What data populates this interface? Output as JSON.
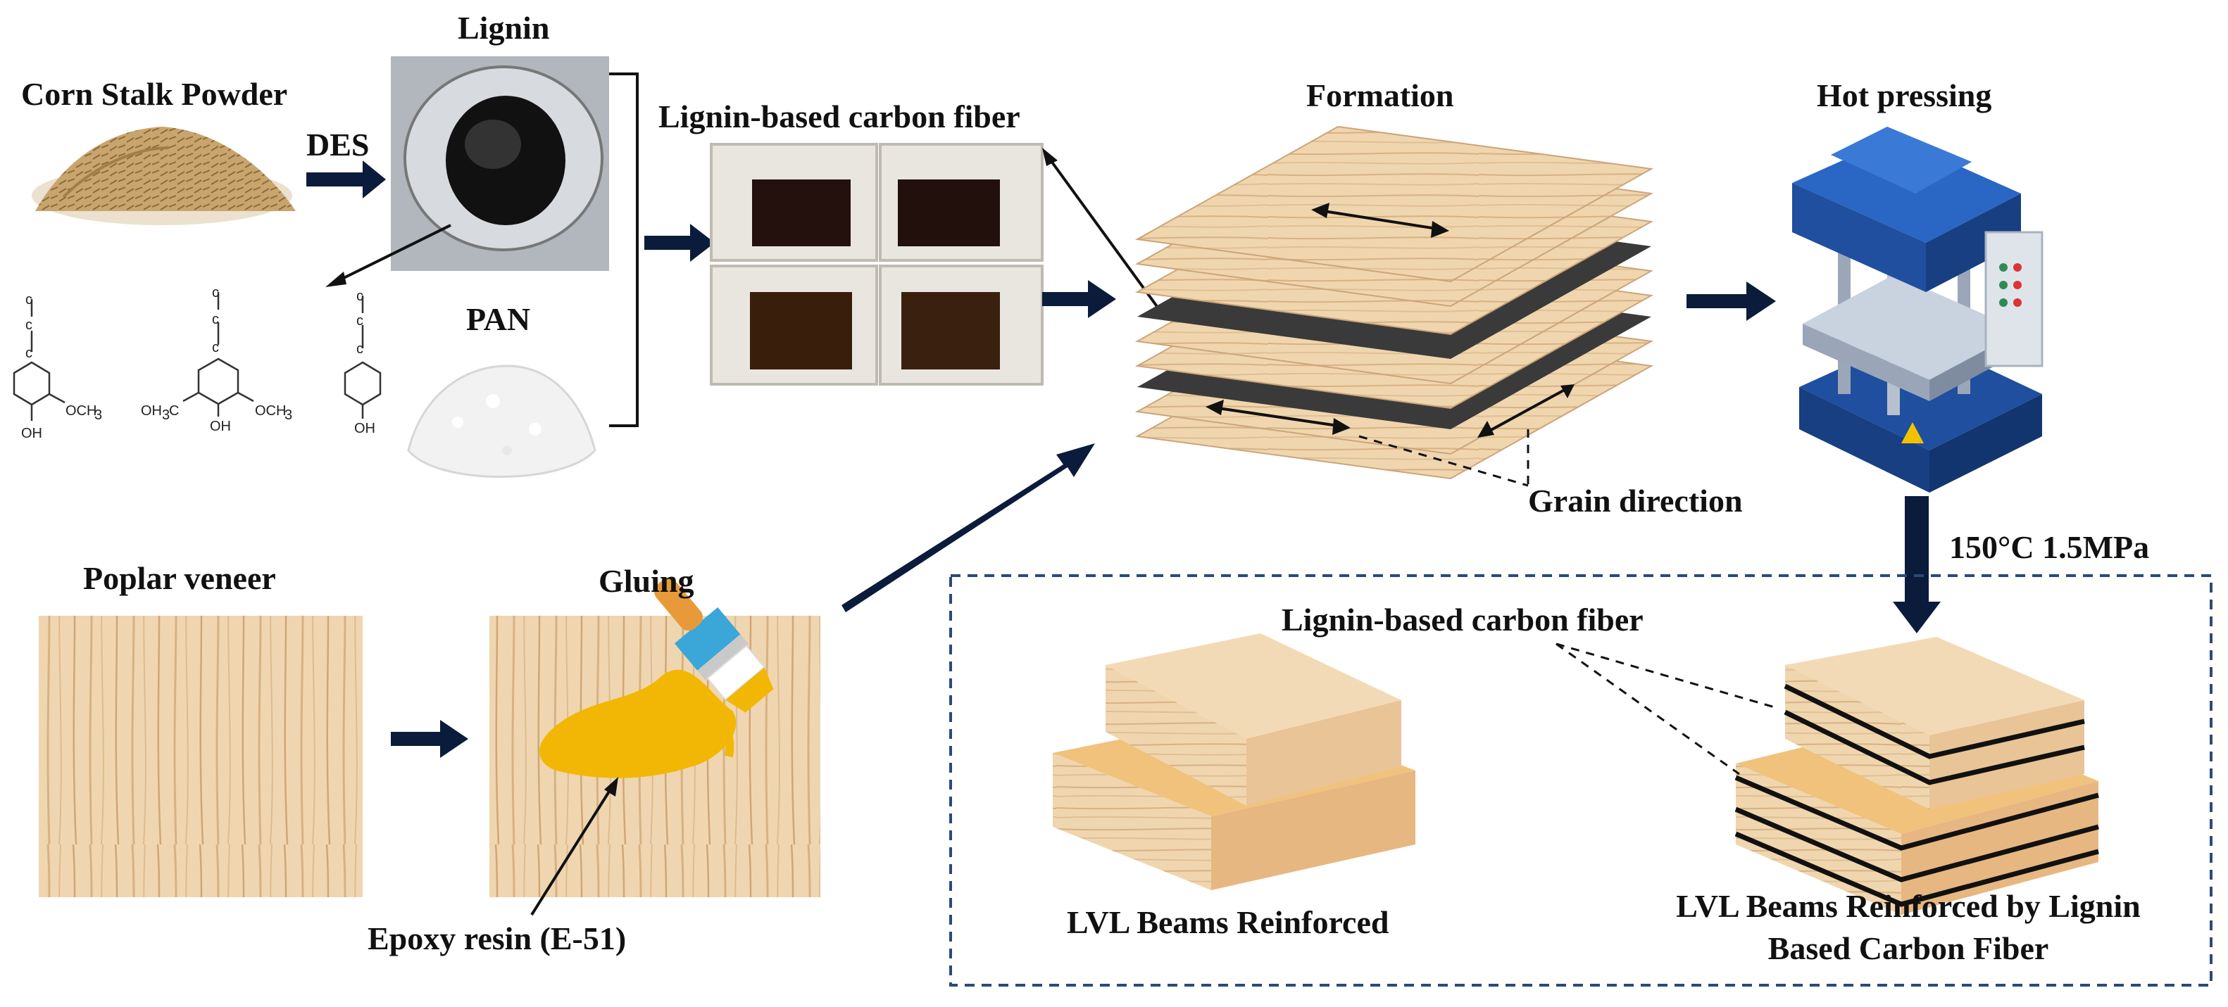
{
  "labels": {
    "corn_stalk_powder": "Corn Stalk Powder",
    "des": "DES",
    "lignin": "Lignin",
    "pan": "PAN",
    "lignin_carbon_fiber_top": "Lignin-based carbon fiber",
    "formation": "Formation",
    "hot_pressing": "Hot pressing",
    "grain_direction": "Grain direction",
    "conditions": "150°C 1.5MPa",
    "lignin_carbon_fiber_box": "Lignin-based carbon fiber",
    "poplar_veneer": "Poplar veneer",
    "gluing": "Gluing",
    "epoxy_resin": "Epoxy resin (E-51)",
    "lvl_reinforced": "LVL Beams Reinforced",
    "lvl_lignin_line1": "LVL Beams Reinforced by Lignin",
    "lvl_lignin_line2": "Based Carbon Fiber"
  },
  "chemistry": {
    "och3": "OCH",
    "h3co": "OH",
    "oh": "OH",
    "sub3": "3"
  },
  "colors": {
    "arrow": "#0b1b3b",
    "dashed_box": "#2b4a7a",
    "wood_light": "#ecd3ad",
    "wood_dark": "#c99a63",
    "carbon_fiber": "#3a3a3a",
    "press_blue": "#1f4f9e",
    "epoxy_yellow": "#f2b705"
  }
}
